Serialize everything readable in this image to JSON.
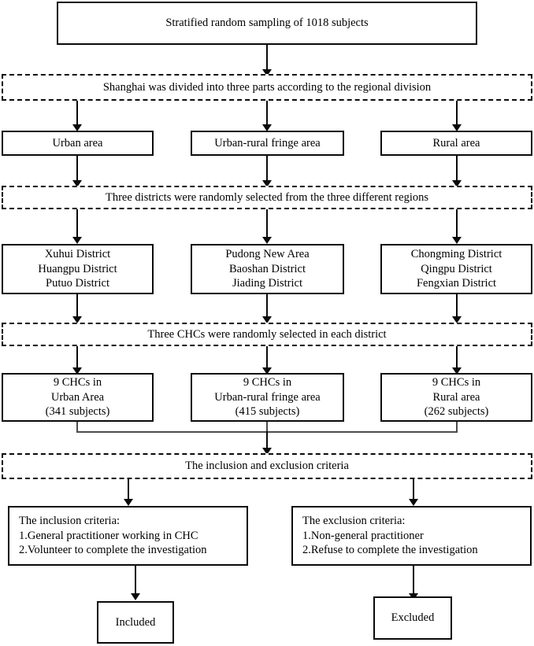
{
  "diagram": {
    "type": "flowchart",
    "title": "Study sampling and inclusion flow",
    "nodes": {
      "sampling": {
        "label": "Stratified random sampling of 1018 subjects",
        "style": "solid"
      },
      "division_note": {
        "label": "Shanghai was divided into three parts according to the regional division",
        "style": "dashed"
      },
      "area_urban": {
        "label": "Urban area",
        "style": "solid"
      },
      "area_fringe": {
        "label": "Urban-rural fringe area",
        "style": "solid"
      },
      "area_rural": {
        "label": "Rural area",
        "style": "solid"
      },
      "districts_note": {
        "label": "Three districts were randomly selected from the three different regions",
        "style": "dashed"
      },
      "districts_urban": {
        "label": "Xuhui District\nHuangpu District\nPutuo District",
        "style": "solid"
      },
      "districts_fringe": {
        "label": "Pudong New Area\nBaoshan District\nJiading District",
        "style": "solid"
      },
      "districts_rural": {
        "label": "Chongming District\nQingpu District\nFengxian District",
        "style": "solid"
      },
      "chc_note": {
        "label": "Three CHCs were randomly selected in each district",
        "style": "dashed"
      },
      "chc_urban": {
        "label": "9 CHCs in\nUrban Area\n(341 subjects)",
        "style": "solid"
      },
      "chc_fringe": {
        "label": "9 CHCs in\nUrban-rural fringe area\n(415 subjects)",
        "style": "solid"
      },
      "chc_rural": {
        "label": "9 CHCs in\nRural area\n(262 subjects)",
        "style": "solid"
      },
      "criteria_note": {
        "label": "The inclusion and exclusion criteria",
        "style": "dashed"
      },
      "inclusion": {
        "label": "The inclusion criteria:\n1.General practitioner working in CHC\n2.Volunteer to complete the investigation",
        "style": "solid"
      },
      "exclusion": {
        "label": "The exclusion criteria:\n1.Non-general practitioner\n2.Refuse to complete the investigation",
        "style": "solid"
      },
      "included": {
        "label": "Included",
        "style": "solid"
      },
      "excluded": {
        "label": "Excluded",
        "style": "solid"
      }
    },
    "counts": {
      "total_subjects": 1018,
      "urban_subjects": 341,
      "fringe_subjects": 415,
      "rural_subjects": 262,
      "chcs_per_region": 9
    },
    "colors": {
      "stroke": "#0a0a0a",
      "merge_stroke": "#4c4c4c",
      "background": "#ffffff",
      "text": "#000000"
    }
  }
}
